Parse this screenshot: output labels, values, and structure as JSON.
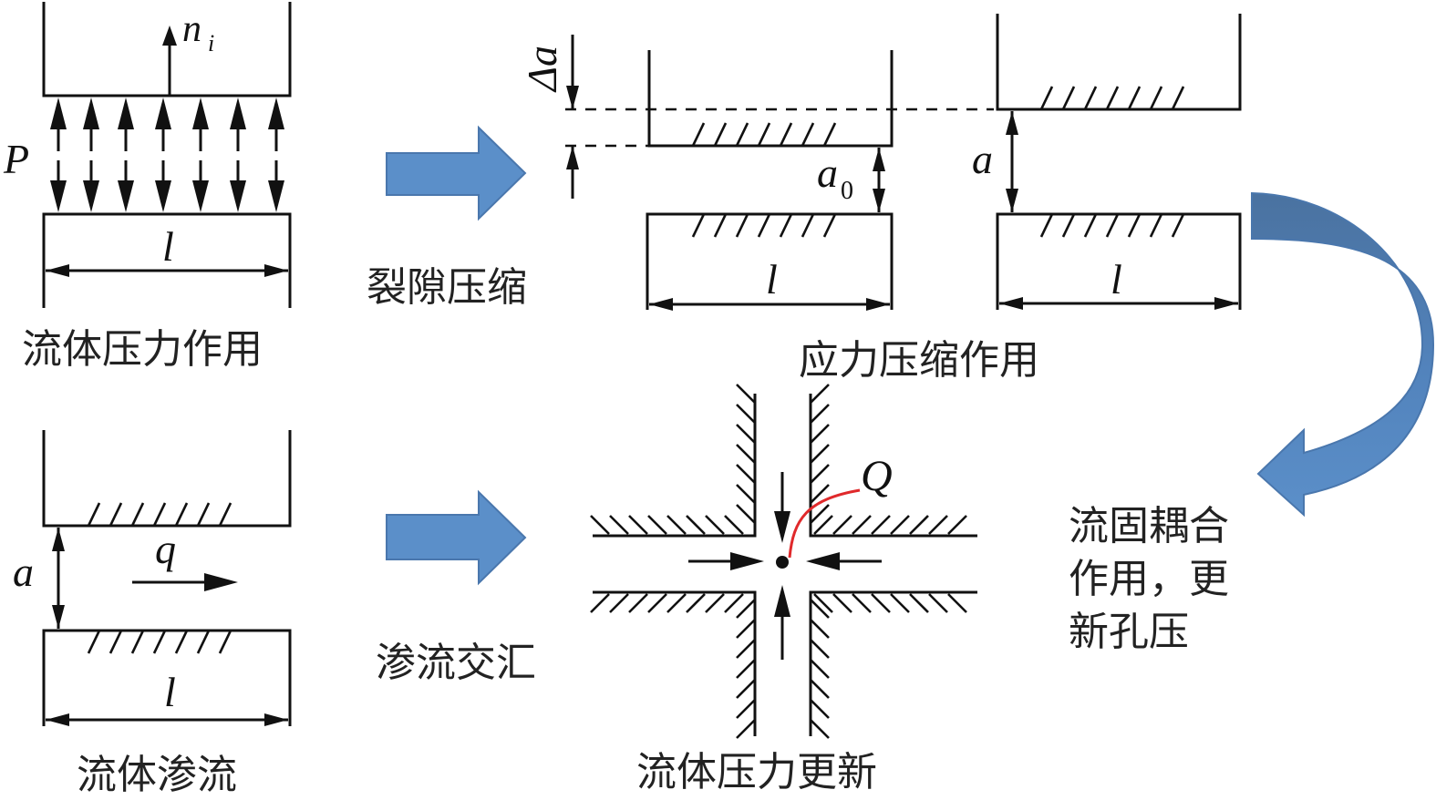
{
  "figure": {
    "panels": {
      "fluid_pressure": {
        "caption": "流体压力作用",
        "labels": {
          "pressure": "P",
          "normal": "n",
          "normal_sub": "i",
          "length": "l"
        }
      },
      "fracture_compression": {
        "arrow_caption": "裂隙压缩"
      },
      "stress_compression": {
        "caption": "应力压缩作用",
        "labels": {
          "delta": "Δa",
          "initial_aperture": "a",
          "initial_aperture_sub": "0",
          "aperture": "a",
          "length_left": "l",
          "length_right": "l"
        }
      },
      "coupling": {
        "caption_lines": [
          "流固耦合",
          "作用，更",
          "新孔压"
        ]
      },
      "fluid_seepage": {
        "caption": "流体渗流",
        "labels": {
          "aperture": "a",
          "flow": "q",
          "length": "l"
        }
      },
      "seepage_convergence": {
        "arrow_caption": "渗流交汇"
      },
      "pressure_update": {
        "caption": "流体压力更新",
        "labels": {
          "flow_total": "Q"
        }
      }
    },
    "colors": {
      "arrow_fill": "#5b8fc9",
      "arrow_stroke": "#4a77ad",
      "curved_arrow_dark": "#4a72a0",
      "flow_line": "#e0292b",
      "line": "#111111"
    }
  }
}
